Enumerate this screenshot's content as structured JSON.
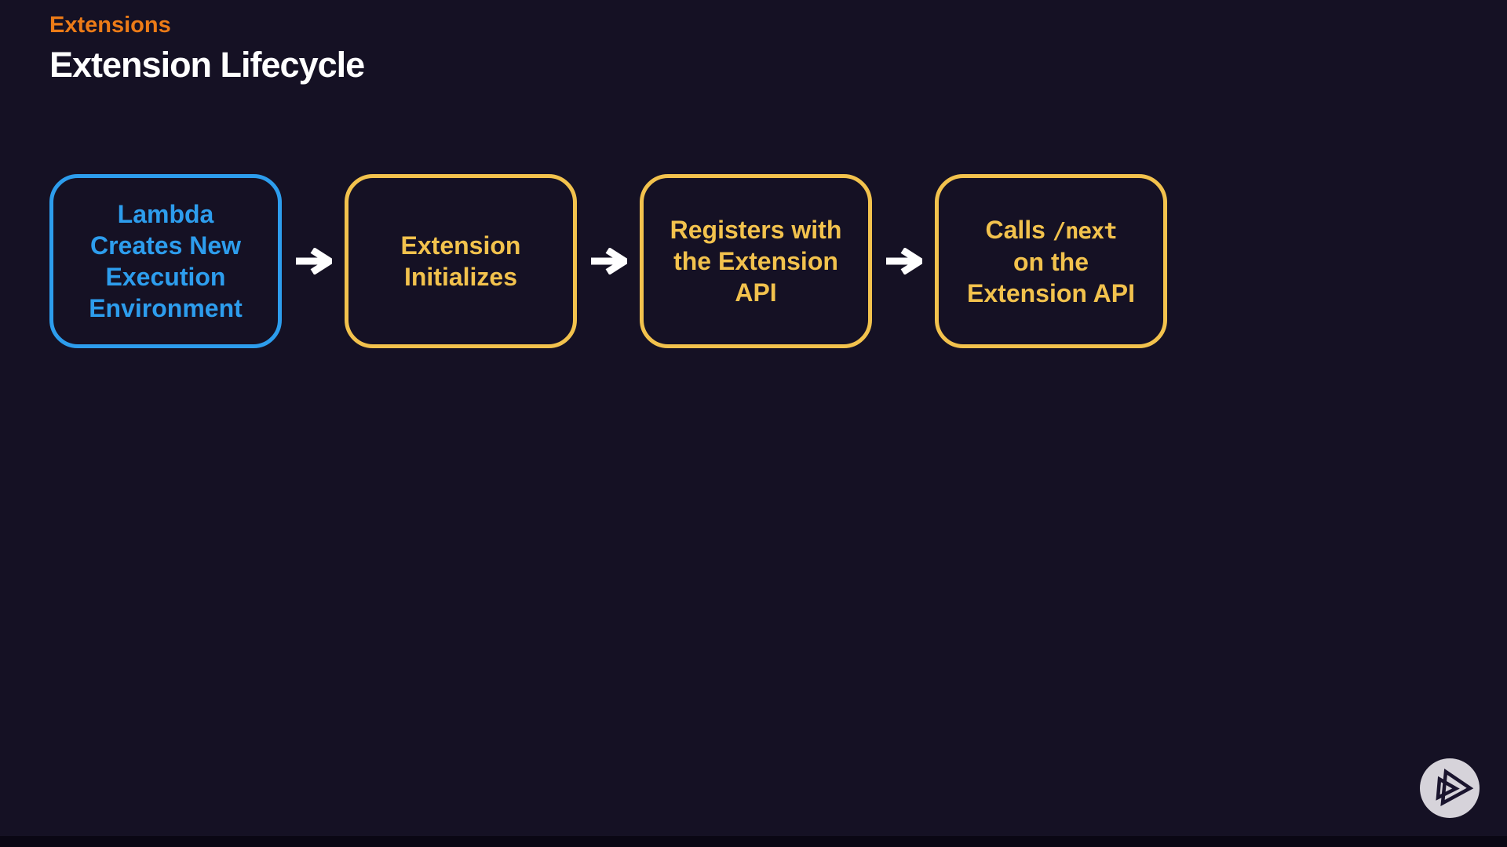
{
  "page": {
    "background_color": "#151124",
    "footer_bar_color": "#0a0714"
  },
  "header": {
    "eyebrow": "Extensions",
    "eyebrow_color": "#ec7b17",
    "title": "Extension Lifecycle",
    "title_color": "#ffffff"
  },
  "flow": {
    "arrow_color": "#ffffff",
    "steps": [
      {
        "name": "lambda-creates-new-execution-environment",
        "color": "#2d9ded",
        "lines": [
          [
            {
              "t": "Lambda"
            }
          ],
          [
            {
              "t": "Creates New"
            }
          ],
          [
            {
              "t": "Execution"
            }
          ],
          [
            {
              "t": "Environment"
            }
          ]
        ]
      },
      {
        "name": "extension-initializes",
        "color": "#f2c24d",
        "lines": [
          [
            {
              "t": "Extension"
            }
          ],
          [
            {
              "t": "Initializes"
            }
          ]
        ]
      },
      {
        "name": "registers-with-the-extension-api",
        "color": "#f2c24d",
        "lines": [
          [
            {
              "t": "Registers with"
            }
          ],
          [
            {
              "t": "the Extension"
            }
          ],
          [
            {
              "t": "API"
            }
          ]
        ]
      },
      {
        "name": "calls-next-on-the-extension-api",
        "color": "#f2c24d",
        "lines": [
          [
            {
              "t": "Calls "
            },
            {
              "t": "/next",
              "mono": true
            }
          ],
          [
            {
              "t": "on the"
            }
          ],
          [
            {
              "t": "Extension API"
            }
          ]
        ]
      }
    ]
  },
  "branding": {
    "logo": "pluralsight-logo",
    "circle_color": "#d6d3da",
    "glyph_color": "#1a142e"
  }
}
